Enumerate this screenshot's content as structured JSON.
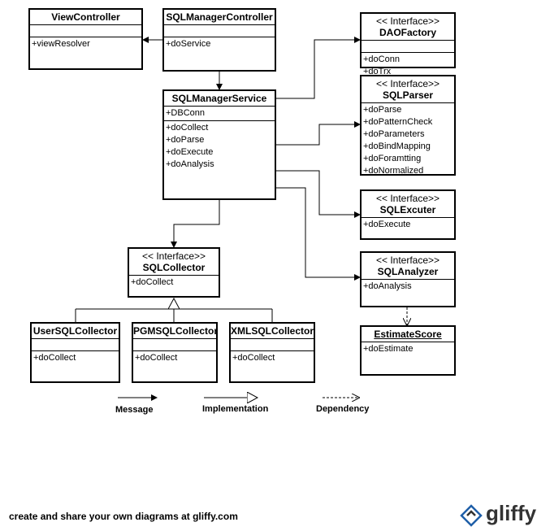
{
  "classes": [
    {
      "id": "viewcontroller",
      "name": "ViewController",
      "stereotype": "",
      "sections": [
        [],
        [
          "+viewResolver"
        ]
      ]
    },
    {
      "id": "sqlmanagercontroller",
      "name": "SQLManagerController",
      "stereotype": "",
      "sections": [
        [],
        [
          "+doService"
        ]
      ]
    },
    {
      "id": "daofactory",
      "name": "DAOFactory",
      "stereotype": "<< Interface>>",
      "sections": [
        [],
        [
          "+doConn",
          "+doTrx"
        ]
      ]
    },
    {
      "id": "sqlmanagerservice",
      "name": "SQLManagerService",
      "stereotype": "",
      "sections": [
        [
          "+DBConn"
        ],
        [
          "+doCollect",
          "+doParse",
          "+doExecute",
          "+doAnalysis"
        ]
      ]
    },
    {
      "id": "sqlparser",
      "name": "SQLParser",
      "stereotype": "<< Interface>>",
      "sections": [
        [
          "+doParse",
          "+doPatternCheck",
          "+doParameters",
          "+doBindMapping",
          "+doForamtting",
          "+doNormalized"
        ]
      ]
    },
    {
      "id": "sqlexcuter",
      "name": "SQLExcuter",
      "stereotype": "<< Interface>>",
      "sections": [
        [
          "+doExecute"
        ]
      ]
    },
    {
      "id": "sqlcollector",
      "name": "SQLCollector",
      "stereotype": "<< Interface>>",
      "sections": [
        [
          "+doCollect"
        ]
      ]
    },
    {
      "id": "sqlanalyzer",
      "name": "SQLAnalyzer",
      "stereotype": "<< Interface>>",
      "sections": [
        [
          "+doAnalysis"
        ]
      ]
    },
    {
      "id": "estimatescore",
      "name": "EstimateScore",
      "stereotype": "",
      "sections": [
        [
          "+doEstimate"
        ]
      ]
    },
    {
      "id": "usersqlcollector",
      "name": "UserSQLCollector",
      "stereotype": "",
      "sections": [
        [],
        [
          "+doCollect"
        ]
      ]
    },
    {
      "id": "pgmsqlcollector",
      "name": "PGMSQLCollector",
      "stereotype": "",
      "sections": [
        [],
        [
          "+doCollect"
        ]
      ]
    },
    {
      "id": "xmlsqlcollector",
      "name": "XMLSQLCollector",
      "stereotype": "",
      "sections": [
        [],
        [
          "+doCollect"
        ]
      ]
    }
  ],
  "legend": {
    "message": "Message",
    "implementation": "Implementation",
    "dependency": "Dependency"
  },
  "footer": {
    "text": "create and share your own diagrams at gliffy.com",
    "logo": "gliffy"
  }
}
